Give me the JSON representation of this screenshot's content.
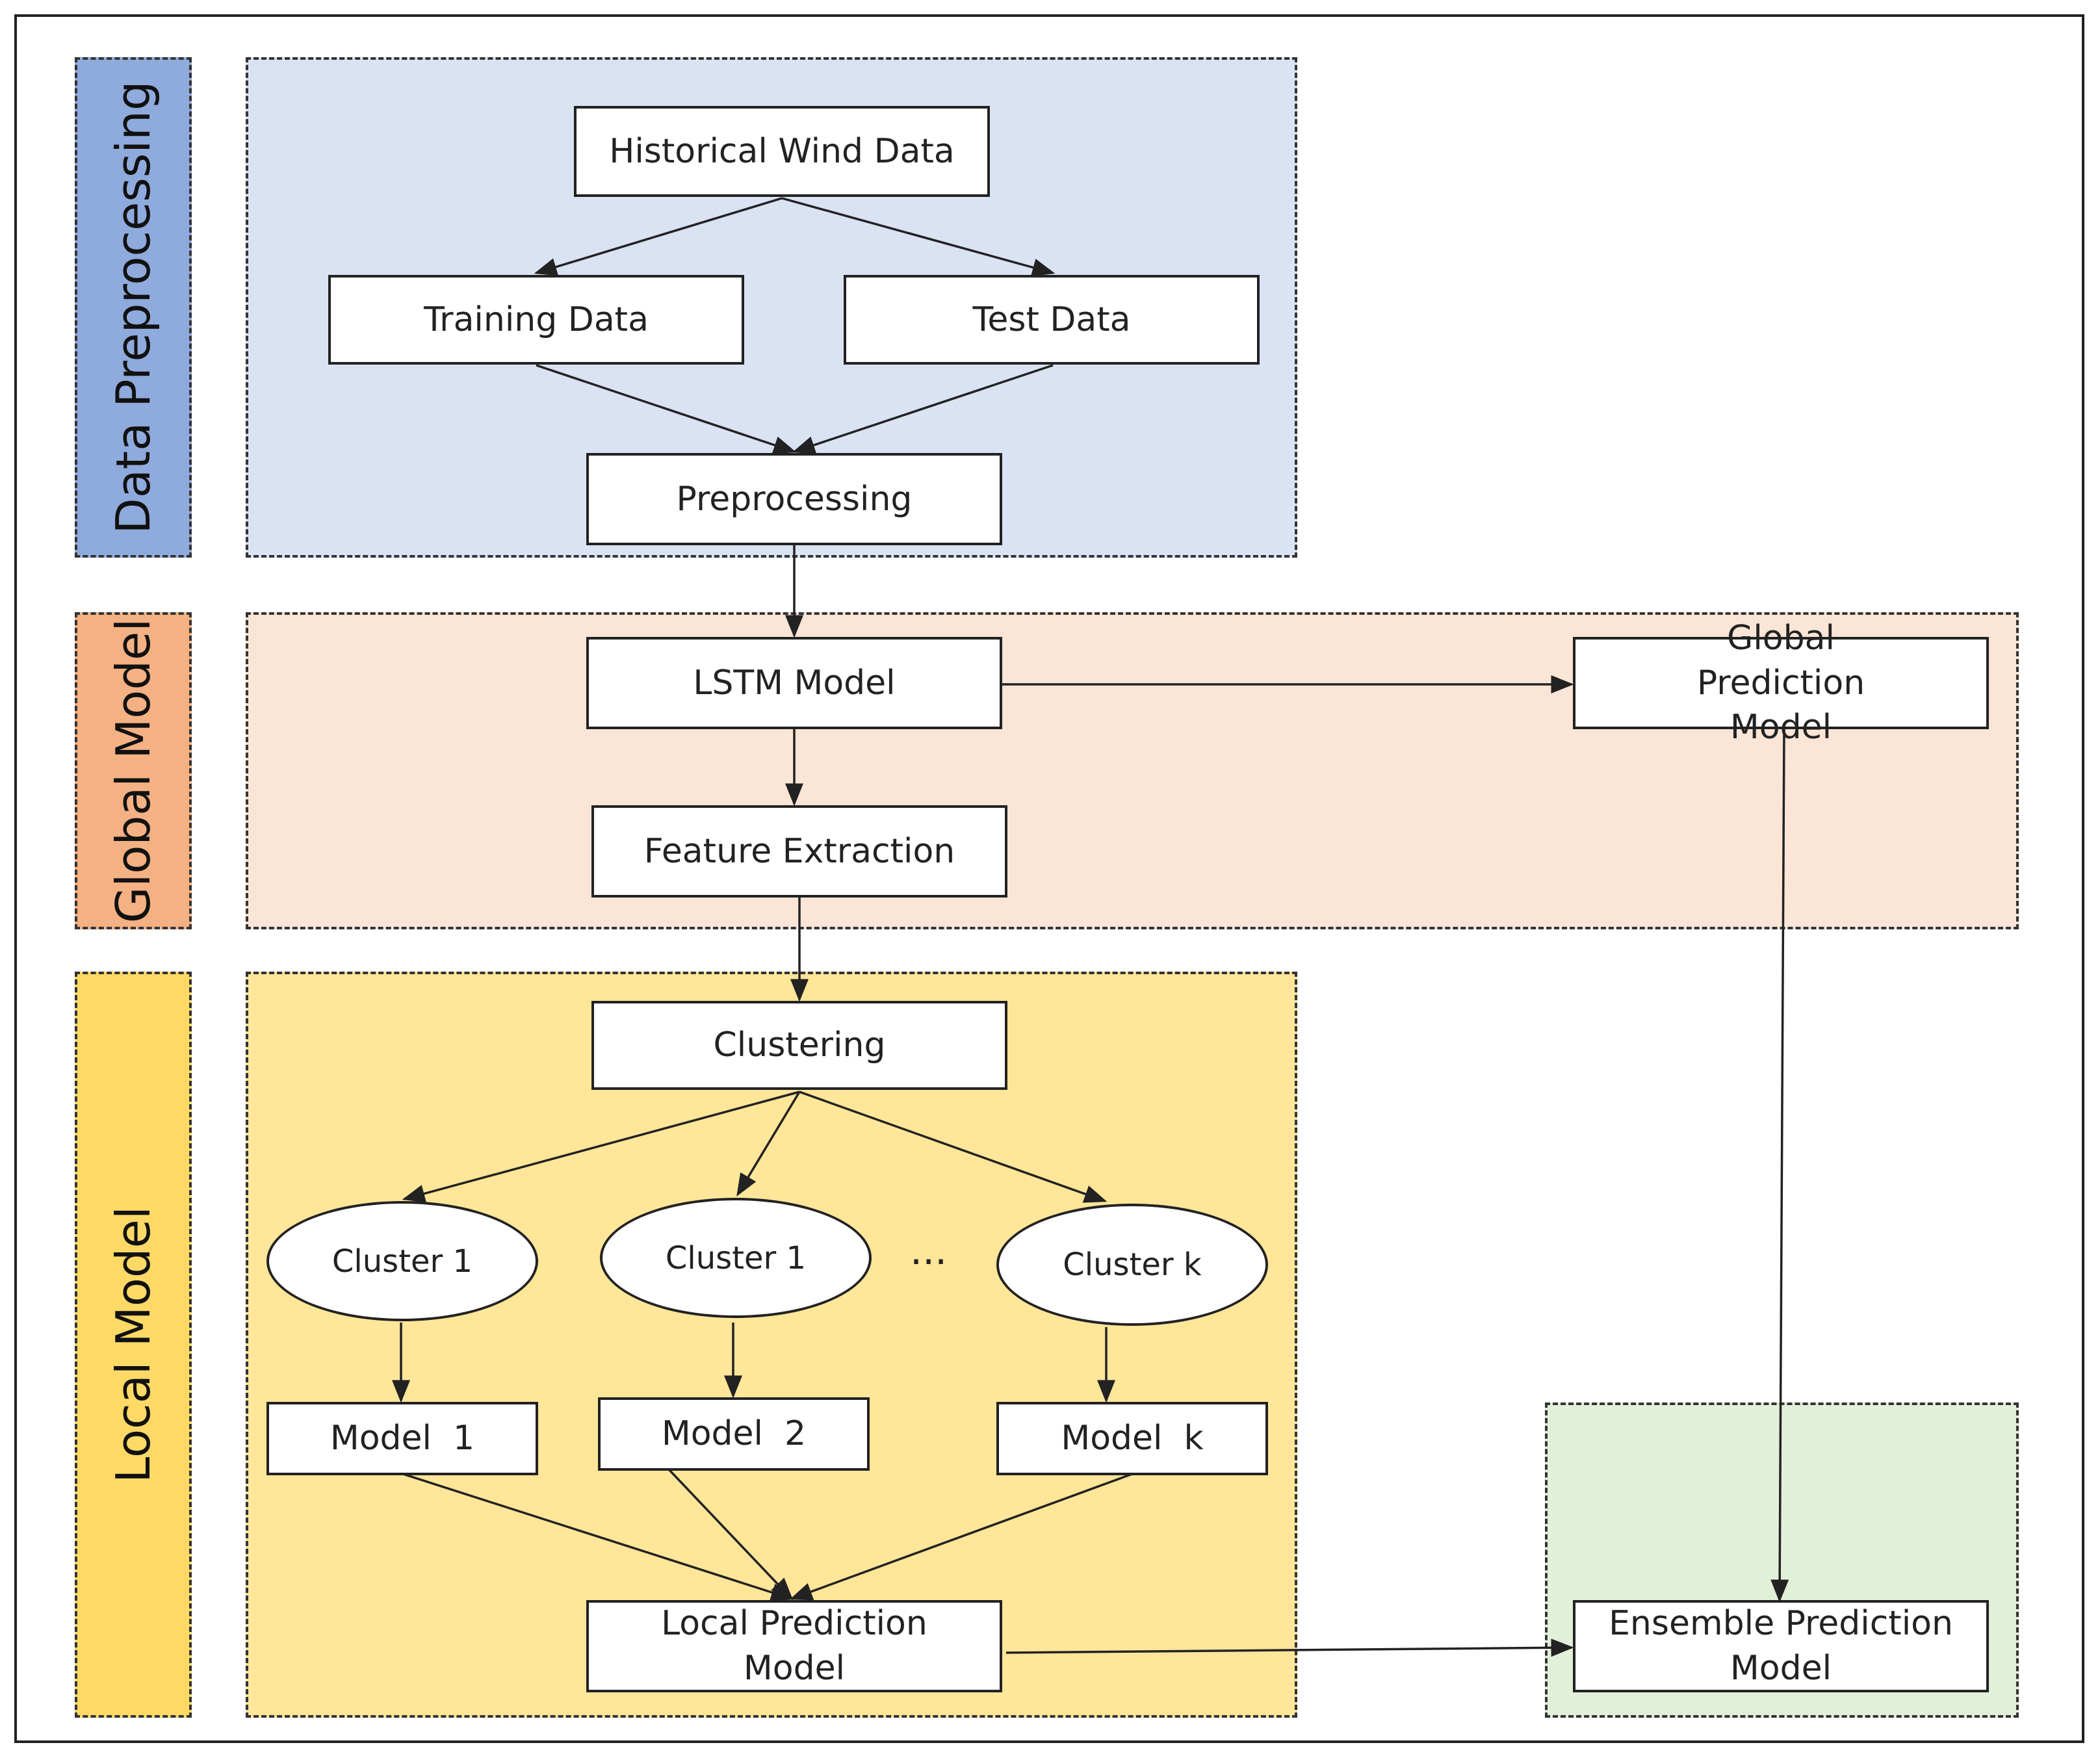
{
  "sections": {
    "data_preprocessing": "Data Preprocessing",
    "global_model": "Global Model",
    "local_model": "Local Model"
  },
  "nodes": {
    "historical_wind_data": "Historical Wind Data",
    "training_data": "Training Data",
    "test_data": "Test Data",
    "preprocessing": "Preprocessing",
    "lstm_model": "LSTM Model",
    "global_prediction_model": "Global Prediction Model",
    "feature_extraction": "Feature Extraction",
    "clustering": "Clustering",
    "cluster_a": "Cluster 1",
    "cluster_b": "Cluster 1",
    "cluster_k": "Cluster k",
    "ellipsis": "...",
    "model_1": "Model  1",
    "model_2": "Model  2",
    "model_k": "Model  k",
    "local_prediction_model": "Local Prediction Model",
    "ensemble_prediction_model": "Ensemble Prediction Model"
  },
  "colors": {
    "preprocessing_region": "#dae3f3",
    "preprocessing_label": "#8faadc",
    "global_region": "#fbe5d6",
    "global_label": "#f4b183",
    "local_region": "#ffe699",
    "local_label": "#ffd966",
    "ensemble_region": "#e2f0d9"
  }
}
